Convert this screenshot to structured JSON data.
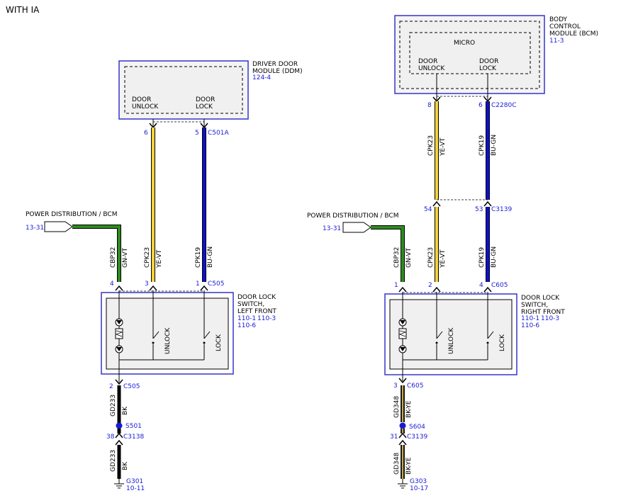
{
  "page_title": "WITH IA",
  "left": {
    "ddm": {
      "name": "DRIVER DOOR\nMODULE (DDM)",
      "ref": "124-4",
      "pin_unlock": "DOOR\nUNLOCK",
      "pin_lock": "DOOR\nLOCK"
    },
    "ddm_pins": {
      "unlock": "6",
      "lock": "5",
      "connector": "C501A"
    },
    "power": {
      "label": "POWER DISTRIBUTION / BCM",
      "ref": "13-31"
    },
    "wires": {
      "gn": {
        "circuit": "CBP32",
        "color_code": "GN-VT",
        "color": "#2e8b1e"
      },
      "ye": {
        "circuit": "CPK23",
        "color_code": "YE-VT",
        "color": "#f2d33a"
      },
      "bu": {
        "circuit": "CPK19",
        "color_code": "BU-GN",
        "color": "#1010c8"
      },
      "bk1": {
        "circuit": "GD233",
        "color_code": "BK",
        "color": "#000000"
      },
      "bk2": {
        "circuit": "GD233",
        "color_code": "BK",
        "color": "#000000"
      }
    },
    "switch_pins": {
      "gn": "4",
      "ye": "3",
      "bu": "1",
      "connector": "C505"
    },
    "switch": {
      "name": "DOOR LOCK\nSWITCH,\nLEFT FRONT",
      "ref1": "110-1",
      "ref2": "110-3",
      "ref3": "110-6",
      "unlock": "UNLOCK",
      "lock": "LOCK"
    },
    "bottom_pin": {
      "pin": "2",
      "connector": "C505"
    },
    "splice": "S501",
    "inline": {
      "pin": "38",
      "connector": "C3138"
    },
    "ground": {
      "name": "G301",
      "ref": "10-11"
    }
  },
  "right": {
    "bcm": {
      "name": "BODY\nCONTROL\nMODULE (BCM)",
      "ref": "11-3",
      "micro": "MICRO",
      "pin_unlock": "DOOR\nUNLOCK",
      "pin_lock": "DOOR\nLOCK"
    },
    "bcm_pins": {
      "unlock": "8",
      "lock": "6",
      "connector": "C2280C"
    },
    "mid_pins": {
      "unlock": "54",
      "lock": "53",
      "connector": "C3139"
    },
    "power": {
      "label": "POWER DISTRIBUTION / BCM",
      "ref": "13-31"
    },
    "wires": {
      "ye_top": {
        "circuit": "CPK23",
        "color_code": "YE-VT",
        "color": "#f2d33a"
      },
      "bu_top": {
        "circuit": "CPK19",
        "color_code": "BU-GN",
        "color": "#1010c8"
      },
      "gn": {
        "circuit": "CBP32",
        "color_code": "GN-VT",
        "color": "#2e8b1e"
      },
      "ye": {
        "circuit": "CPK23",
        "color_code": "YE-VT",
        "color": "#f2d33a"
      },
      "bu": {
        "circuit": "CPK19",
        "color_code": "BU-GN",
        "color": "#1010c8"
      },
      "bk1": {
        "circuit": "GD348",
        "color_code": "BK-YE",
        "color": "#1a1a1a",
        "stripe": "#c8a84a"
      },
      "bk2": {
        "circuit": "GD348",
        "color_code": "BK-YE",
        "color": "#1a1a1a",
        "stripe": "#c8a84a"
      }
    },
    "switch_pins": {
      "gn": "1",
      "ye": "2",
      "bu": "4",
      "connector": "C605"
    },
    "switch": {
      "name": "DOOR LOCK\nSWITCH,\nRIGHT FRONT",
      "ref1": "110-1",
      "ref2": "110-3",
      "ref3": "110-6",
      "unlock": "UNLOCK",
      "lock": "LOCK"
    },
    "bottom_pin": {
      "pin": "3",
      "connector": "C605"
    },
    "splice": "S604",
    "inline": {
      "pin": "31",
      "connector": "C3139"
    },
    "ground": {
      "name": "G303",
      "ref": "10-17"
    }
  }
}
